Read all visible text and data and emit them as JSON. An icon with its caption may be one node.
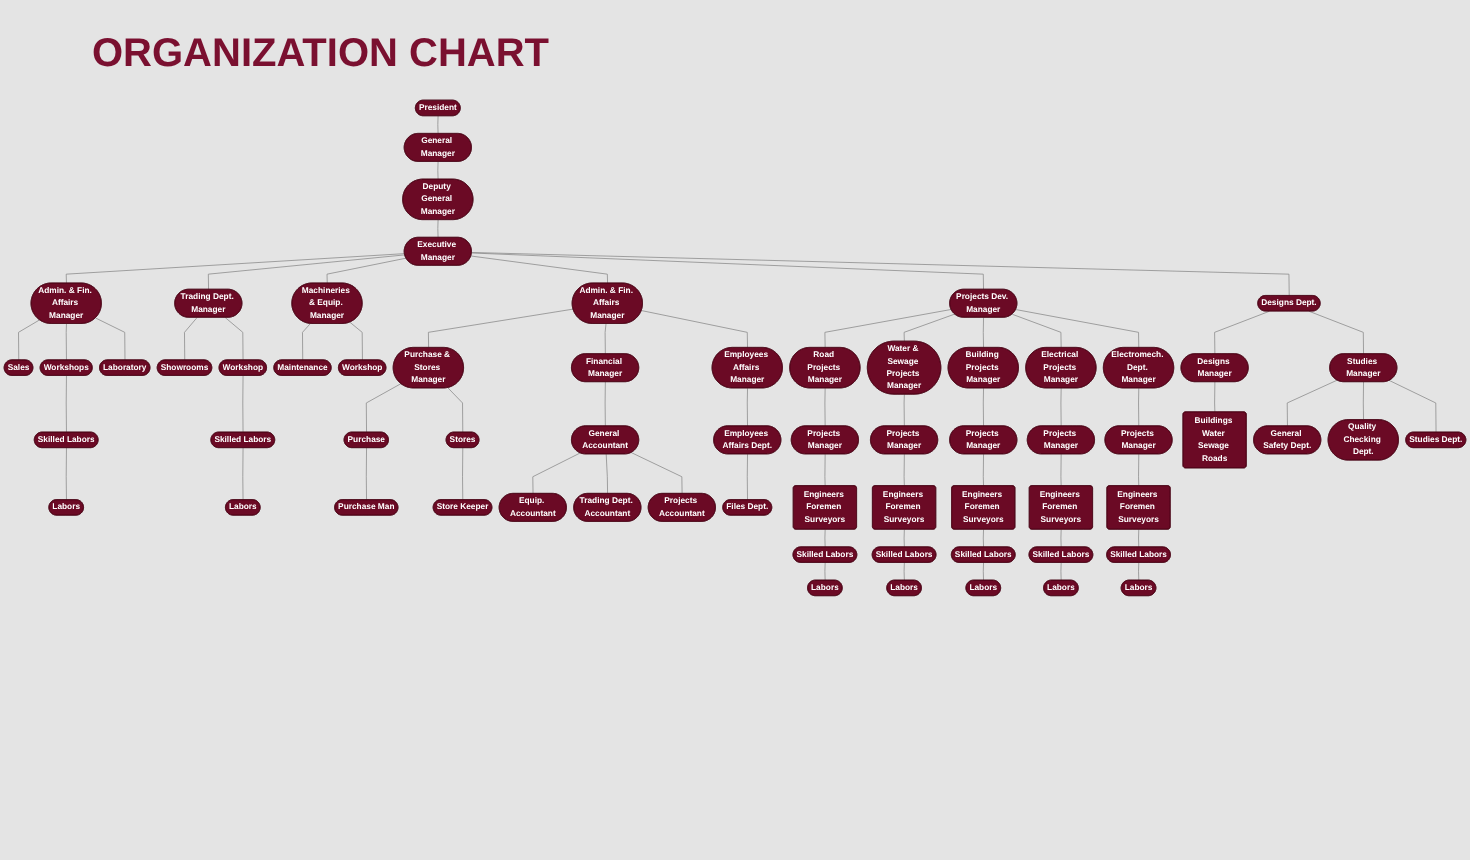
{
  "diagram": {
    "title": "ORGANIZATION CHART",
    "nodes": [
      {
        "text": [
          "President"
        ]
      },
      {
        "text": [
          "General Manager"
        ]
      },
      {
        "text": [
          "Deputy General Manager"
        ]
      },
      {
        "text": [
          "Executive Manager"
        ]
      },
      {
        "text": [
          "Admin. & Fin. Affairs Manager"
        ]
      },
      {
        "text": [
          "Sales"
        ]
      },
      {
        "text": [
          "Workshops"
        ]
      },
      {
        "text": [
          "Laboratory"
        ]
      },
      {
        "text": [
          "Skilled Labors"
        ]
      },
      {
        "text": [
          "Labors"
        ]
      },
      {
        "text": [
          "Trading Dept. Manager"
        ]
      },
      {
        "text": [
          "Showrooms"
        ]
      },
      {
        "text": [
          "Workshop"
        ]
      },
      {
        "text": [
          "Skilled Labors"
        ]
      },
      {
        "text": [
          "Labors"
        ]
      },
      {
        "text": [
          "Machineries & Equip. Manager"
        ]
      },
      {
        "text": [
          "Maintenance"
        ]
      },
      {
        "text": [
          "Workshop"
        ]
      },
      {
        "text": [
          "Admin. & Fin. Affairs Manager"
        ]
      },
      {
        "text": [
          "Purchase & Stores Manager"
        ]
      },
      {
        "text": [
          "Financial Manager"
        ]
      },
      {
        "text": [
          "Employees Affairs Manager"
        ]
      },
      {
        "text": [
          "Purchase"
        ]
      },
      {
        "text": [
          "Stores"
        ]
      },
      {
        "text": [
          "Purchase Man"
        ]
      },
      {
        "text": [
          "Store Keeper"
        ]
      },
      {
        "text": [
          "General Accountant"
        ]
      },
      {
        "text": [
          "Equip. Accountant"
        ]
      },
      {
        "text": [
          "Trading Dept. Accountant"
        ]
      },
      {
        "text": [
          "Projects Accountant"
        ]
      },
      {
        "text": [
          "Employees Affairs Dept."
        ]
      },
      {
        "text": [
          "Files Dept."
        ]
      },
      {
        "text": [
          "Projects Dev. Manager"
        ]
      },
      {
        "text": [
          "Road Projects Manager"
        ]
      },
      {
        "text": [
          "Water & Sewage Projects Manager"
        ]
      },
      {
        "text": [
          "Building Projects Manager"
        ]
      },
      {
        "text": [
          "Electrical Projects Manager"
        ]
      },
      {
        "text": [
          "Electromech. Dept. Manager"
        ]
      },
      {
        "text": [
          "Projects Manager"
        ]
      },
      {
        "text": [
          "Engineers Foremen Surveyors"
        ]
      },
      {
        "text": [
          "Skilled Labors"
        ]
      },
      {
        "text": [
          "Labors"
        ]
      },
      {
        "text": [
          "Projects Manager"
        ]
      },
      {
        "text": [
          "Engineers Foremen Surveyors"
        ]
      },
      {
        "text": [
          "Skilled Labors"
        ]
      },
      {
        "text": [
          "Labors"
        ]
      },
      {
        "text": [
          "Projects Manager"
        ]
      },
      {
        "text": [
          "Engineers Foremen Surveyors"
        ]
      },
      {
        "text": [
          "Skilled Labors"
        ]
      },
      {
        "text": [
          "Labors"
        ]
      },
      {
        "text": [
          "Projects Manager"
        ]
      },
      {
        "text": [
          "Engineers Foremen Surveyors"
        ]
      },
      {
        "text": [
          "Skilled Labors"
        ]
      },
      {
        "text": [
          "Labors"
        ]
      },
      {
        "text": [
          "Projects Manager"
        ]
      },
      {
        "text": [
          "Engineers Foremen Surveyors"
        ]
      },
      {
        "text": [
          "Skilled Labors"
        ]
      },
      {
        "text": [
          "Labors"
        ]
      },
      {
        "text": [
          "Designs Dept."
        ]
      },
      {
        "text": [
          "Designs Manager"
        ]
      },
      {
        "text": [
          "Studies Manager"
        ]
      },
      {
        "text": [
          "Buildings Water Sewage Roads"
        ]
      },
      {
        "text": [
          "General Safety Dept."
        ]
      },
      {
        "text": [
          "Quality Checking Dept."
        ]
      },
      {
        "text": [
          "Studies Dept."
        ]
      }
    ],
    "edges": [
      {
        "from": 0,
        "to": 1,
        "arrow": "none"
      },
      {
        "from": 1,
        "to": 2,
        "arrow": "none"
      },
      {
        "from": 2,
        "to": 3,
        "arrow": "none"
      },
      {
        "from": 3,
        "to": 4,
        "arrow": "none"
      },
      {
        "from": 3,
        "to": 10,
        "arrow": "none"
      },
      {
        "from": 3,
        "to": 15,
        "arrow": "none"
      },
      {
        "from": 3,
        "to": 18,
        "arrow": "none"
      },
      {
        "from": 3,
        "to": 32,
        "arrow": "none"
      },
      {
        "from": 3,
        "to": 58,
        "arrow": "none"
      },
      {
        "from": 4,
        "to": 5,
        "arrow": "none"
      },
      {
        "from": 4,
        "to": 6,
        "arrow": "none"
      },
      {
        "from": 4,
        "to": 7,
        "arrow": "none"
      },
      {
        "from": 6,
        "to": 8,
        "arrow": "none"
      },
      {
        "from": 8,
        "to": 9,
        "arrow": "none"
      },
      {
        "from": 10,
        "to": 11,
        "arrow": "none"
      },
      {
        "from": 10,
        "to": 12,
        "arrow": "none"
      },
      {
        "from": 12,
        "to": 13,
        "arrow": "none"
      },
      {
        "from": 13,
        "to": 14,
        "arrow": "none"
      },
      {
        "from": 15,
        "to": 16,
        "arrow": "none"
      },
      {
        "from": 15,
        "to": 17,
        "arrow": "none"
      },
      {
        "from": 18,
        "to": 19,
        "arrow": "none"
      },
      {
        "from": 18,
        "to": 20,
        "arrow": "none"
      },
      {
        "from": 18,
        "to": 21,
        "arrow": "none"
      },
      {
        "from": 19,
        "to": 22,
        "arrow": "none"
      },
      {
        "from": 19,
        "to": 23,
        "arrow": "none"
      },
      {
        "from": 22,
        "to": 24,
        "arrow": "none"
      },
      {
        "from": 23,
        "to": 25,
        "arrow": "none"
      },
      {
        "from": 20,
        "to": 26,
        "arrow": "none"
      },
      {
        "from": 26,
        "to": 27,
        "arrow": "none"
      },
      {
        "from": 26,
        "to": 28,
        "arrow": "none"
      },
      {
        "from": 26,
        "to": 29,
        "arrow": "none"
      },
      {
        "from": 21,
        "to": 30,
        "arrow": "none"
      },
      {
        "from": 30,
        "to": 31,
        "arrow": "none"
      },
      {
        "from": 32,
        "to": 33,
        "arrow": "none"
      },
      {
        "from": 32,
        "to": 34,
        "arrow": "none"
      },
      {
        "from": 32,
        "to": 35,
        "arrow": "none"
      },
      {
        "from": 32,
        "to": 36,
        "arrow": "none"
      },
      {
        "from": 32,
        "to": 37,
        "arrow": "none"
      },
      {
        "from": 33,
        "to": 38,
        "arrow": "none"
      },
      {
        "from": 38,
        "to": 39,
        "arrow": "none"
      },
      {
        "from": 39,
        "to": 40,
        "arrow": "none"
      },
      {
        "from": 40,
        "to": 41,
        "arrow": "none"
      },
      {
        "from": 34,
        "to": 42,
        "arrow": "none"
      },
      {
        "from": 42,
        "to": 43,
        "arrow": "none"
      },
      {
        "from": 43,
        "to": 44,
        "arrow": "none"
      },
      {
        "from": 44,
        "to": 45,
        "arrow": "none"
      },
      {
        "from": 35,
        "to": 46,
        "arrow": "none"
      },
      {
        "from": 46,
        "to": 47,
        "arrow": "none"
      },
      {
        "from": 47,
        "to": 48,
        "arrow": "none"
      },
      {
        "from": 48,
        "to": 49,
        "arrow": "none"
      },
      {
        "from": 36,
        "to": 50,
        "arrow": "none"
      },
      {
        "from": 50,
        "to": 51,
        "arrow": "none"
      },
      {
        "from": 51,
        "to": 52,
        "arrow": "none"
      },
      {
        "from": 52,
        "to": 53,
        "arrow": "none"
      },
      {
        "from": 37,
        "to": 54,
        "arrow": "none"
      },
      {
        "from": 54,
        "to": 55,
        "arrow": "none"
      },
      {
        "from": 55,
        "to": 56,
        "arrow": "none"
      },
      {
        "from": 56,
        "to": 57,
        "arrow": "none"
      },
      {
        "from": 58,
        "to": 59,
        "arrow": "none"
      },
      {
        "from": 58,
        "to": 60,
        "arrow": "none"
      },
      {
        "from": 59,
        "to": 61,
        "arrow": "none"
      },
      {
        "from": 60,
        "to": 62,
        "arrow": "none"
      },
      {
        "from": 60,
        "to": 63,
        "arrow": "none"
      },
      {
        "from": 60,
        "to": 64,
        "arrow": "none"
      }
    ]
  }
}
